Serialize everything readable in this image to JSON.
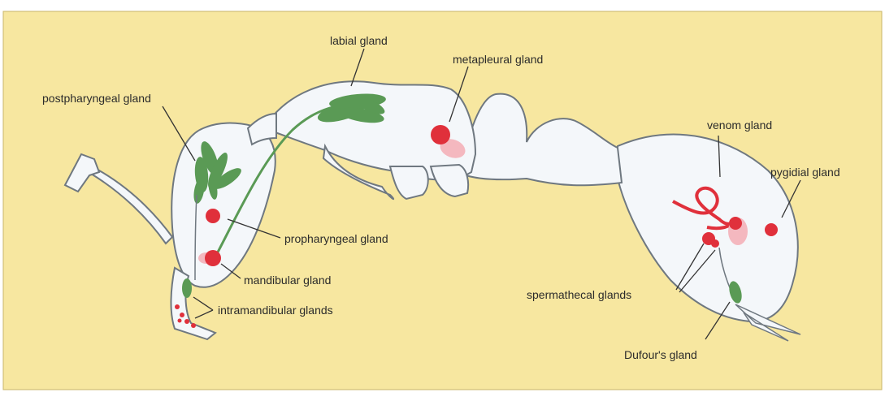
{
  "diagram": {
    "labels": {
      "labial_gland": "labial gland",
      "metapleural_gland": "metapleural gland",
      "postpharyngeal_gland": "postpharyngeal gland",
      "venom_gland": "venom gland",
      "pygidial_gland": "pygidial gland",
      "propharyngeal_gland": "propharyngeal gland",
      "mandibular_gland": "mandibular gland",
      "intramandibular_glands": "intramandibular glands",
      "spermathecal_glands": "spermathecal glands",
      "dufours_gland": "Dufour's gland"
    },
    "colors": {
      "background": "#f7e7a0",
      "body": "#f4f7fa",
      "outline": "#6f7880",
      "gland_red": "#e0303b",
      "gland_pink": "#f4b8bf",
      "gland_green": "#5a9a55"
    }
  }
}
